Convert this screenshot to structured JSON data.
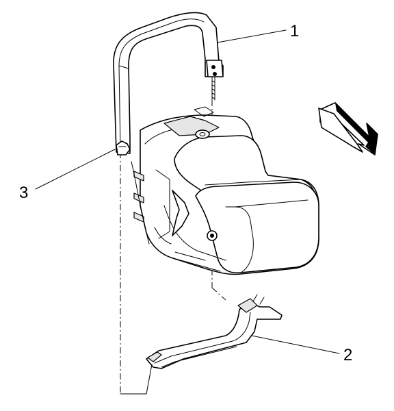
{
  "callouts": {
    "c1": "1",
    "c2": "2",
    "c3": "3"
  },
  "icons": {
    "direction": "front-arrow-icon"
  }
}
